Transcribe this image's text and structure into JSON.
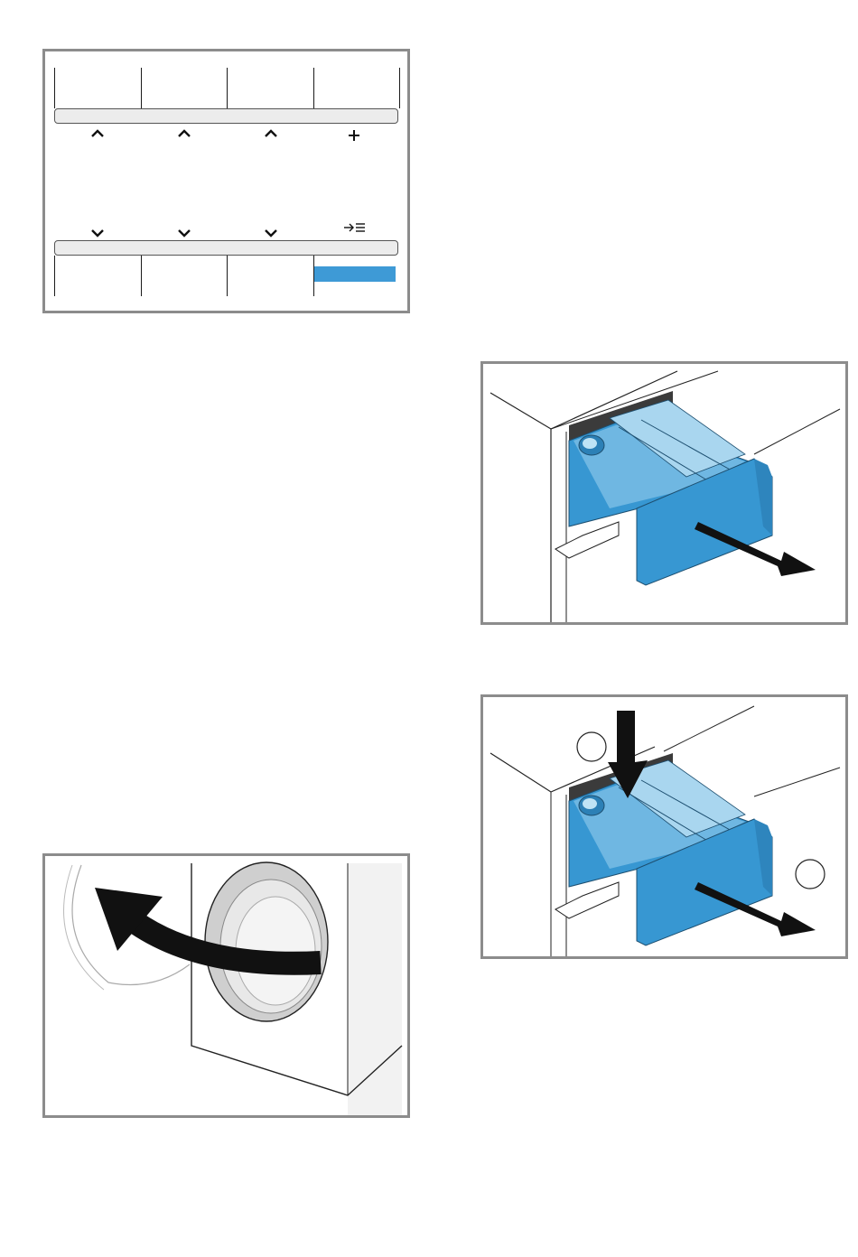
{
  "control_panel": {
    "up_icons": [
      "chevron-up-icon",
      "chevron-up-icon",
      "chevron-up-icon"
    ],
    "plus_icon": "plus-icon",
    "down_icons": [
      "chevron-down-icon",
      "chevron-down-icon",
      "chevron-down-icon"
    ],
    "settings_icon": "arrow-right-list-icon",
    "highlight_color": "#3e9ad6"
  },
  "figures": {
    "drawer_pull": {
      "illustration": "detergent-drawer-pull-out",
      "accent": "#3797d2"
    },
    "drawer_release": {
      "illustration": "detergent-drawer-release-and-remove",
      "callouts": [
        "",
        ""
      ]
    },
    "door_open": {
      "illustration": "washing-machine-door-open"
    }
  }
}
